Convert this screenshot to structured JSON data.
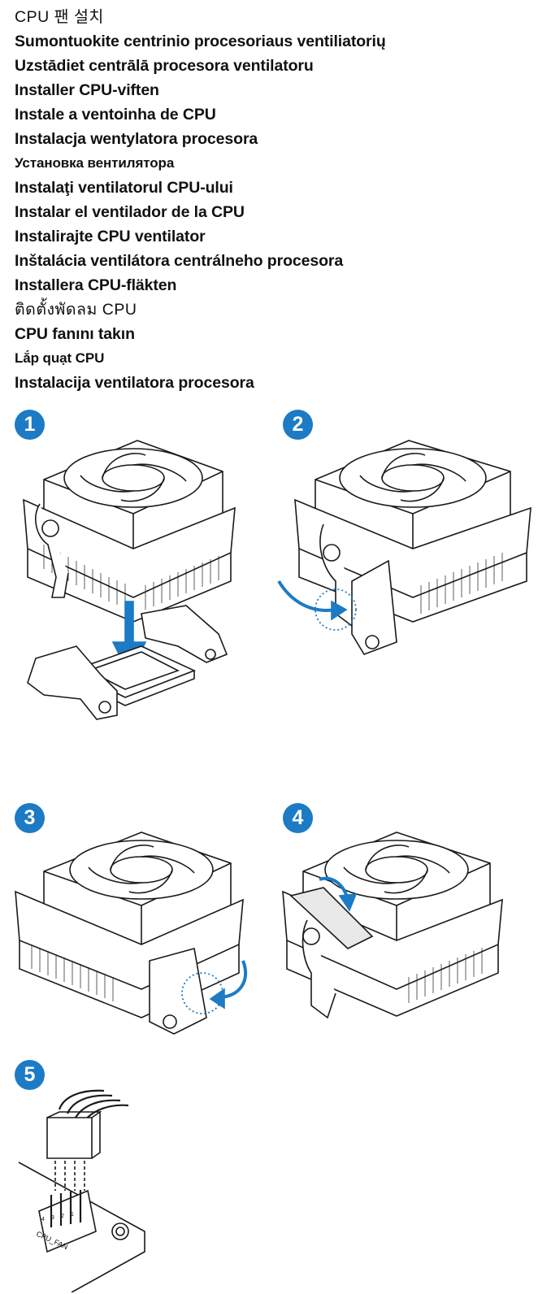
{
  "titles": [
    "CPU 팬 설치",
    "Sumontuokite centrinio procesoriaus ventiliatorių",
    "Uzstādiet centrālā procesora ventilatoru",
    "Installer CPU-viften",
    "Instale a ventoinha de CPU",
    "Instalacja wentylatora procesora",
    "Установка вентилятора",
    "Instalaţi ventilatorul CPU-ului",
    "Instalar el ventilador de la CPU",
    "Instalirajte CPU ventilator",
    "Inštalácia ventilátora centrálneho procesora",
    "Installera CPU-fläkten",
    "ติดตั้งพัดลม CPU",
    "CPU fanını takın",
    "Lắp quạt CPU",
    "Instalacija ventilatora procesora"
  ],
  "steps": [
    "1",
    "2",
    "3",
    "4",
    "5"
  ],
  "connector_label": "CPU_FAN",
  "pin_numbers": [
    "4",
    "3",
    "2",
    "1"
  ],
  "accent_color": "#1c7bc4"
}
